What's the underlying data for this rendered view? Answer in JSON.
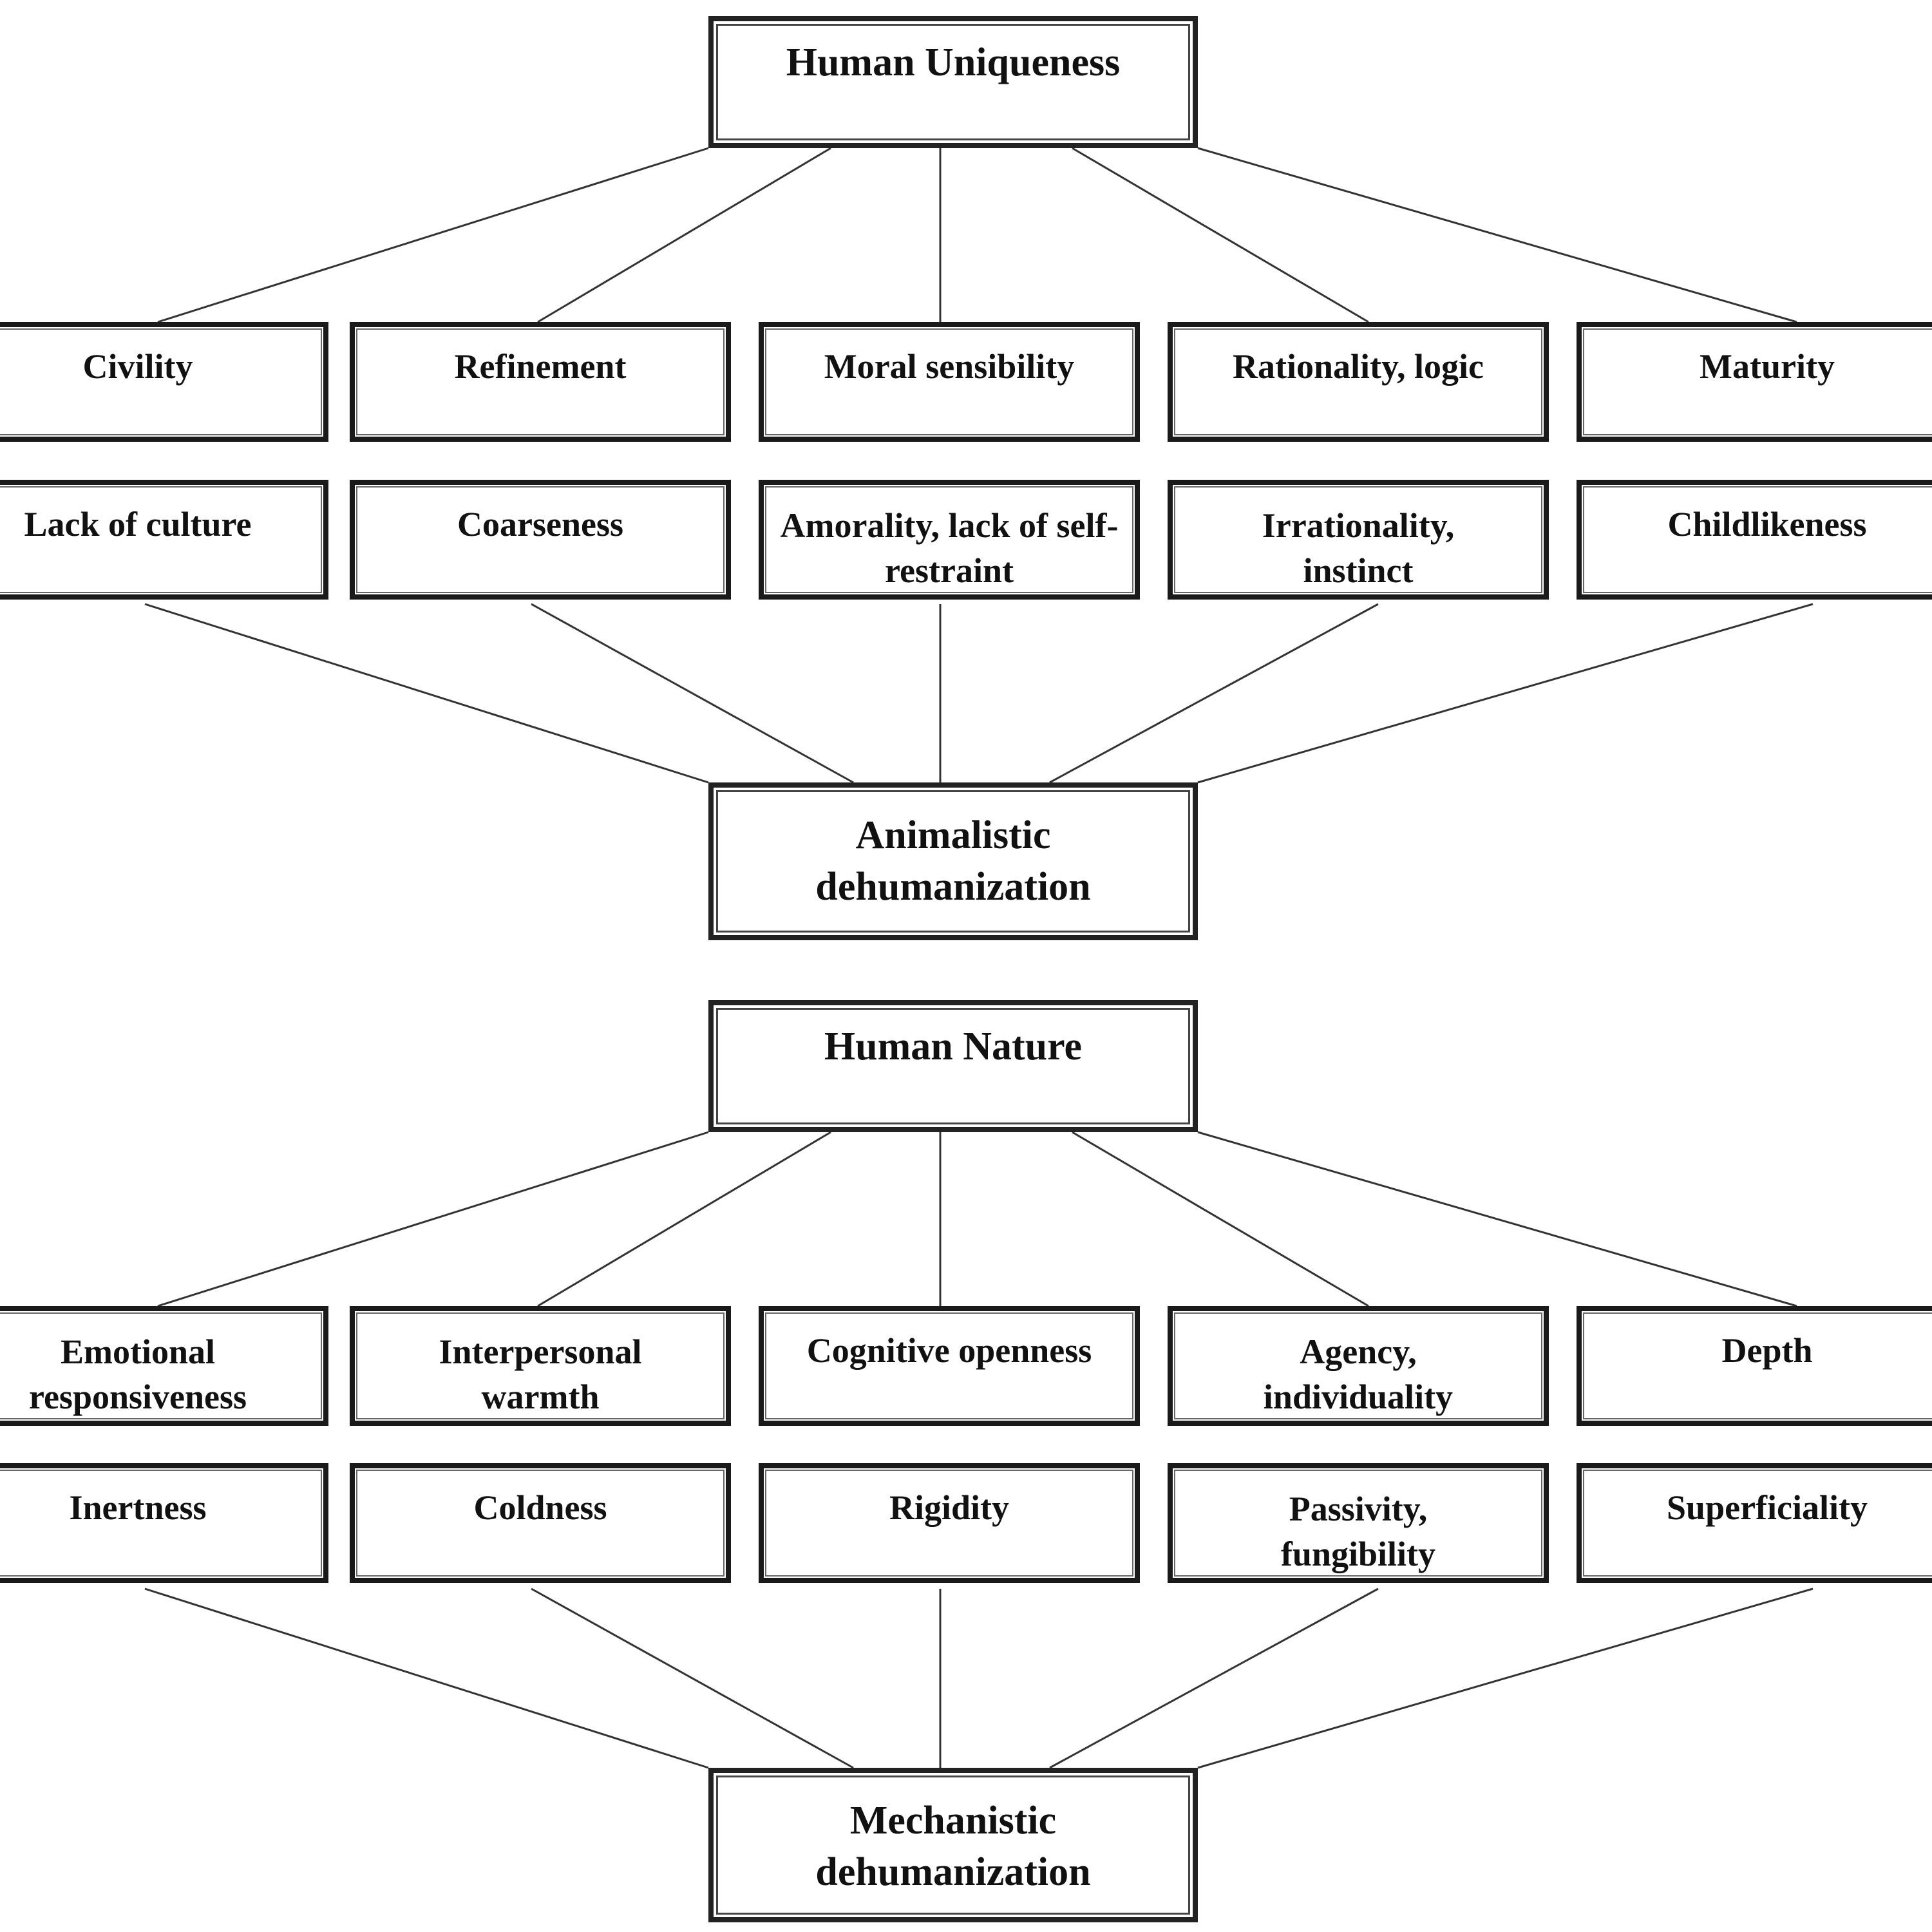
{
  "sections": [
    {
      "top": "Human Uniqueness",
      "positives": [
        "Civility",
        "Refinement",
        "Moral sensibility",
        "Rationality, logic",
        "Maturity"
      ],
      "negatives": [
        "Lack of culture",
        "Coarseness",
        "Amorality, lack of self-restraint",
        "Irrationality, instinct",
        "Childlikeness"
      ],
      "bottom": "Animalistic dehumanization"
    },
    {
      "top": "Human Nature",
      "positives": [
        "Emotional responsiveness",
        "Interpersonal warmth",
        "Cognitive openness",
        "Agency, individuality",
        "Depth"
      ],
      "negatives": [
        "Inertness",
        "Coldness",
        "Rigidity",
        "Passivity, fungibility",
        "Superficiality"
      ],
      "bottom": "Mechanistic dehumanization"
    }
  ]
}
